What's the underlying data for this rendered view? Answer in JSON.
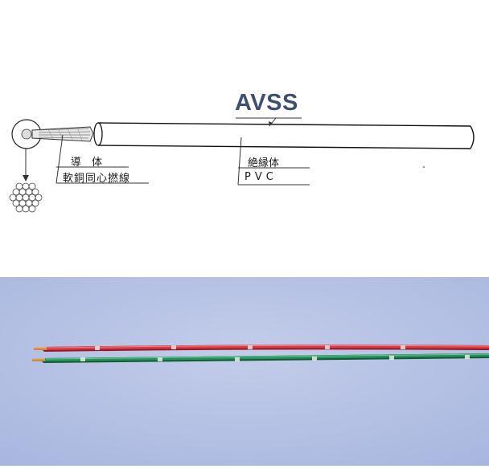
{
  "diagram": {
    "title": "AVSS",
    "conductor_label": "導　体",
    "conductor_type": "軟銅同心撚線",
    "insulation_label": "絶縁体",
    "insulation_material": "PVC"
  },
  "photo": {
    "description": "two wires, red and green",
    "wires": [
      {
        "color": "#d8323c",
        "name": "red-wire"
      },
      {
        "color": "#1f8a52",
        "name": "green-wire"
      }
    ],
    "background_color": "#b5c2e4"
  }
}
